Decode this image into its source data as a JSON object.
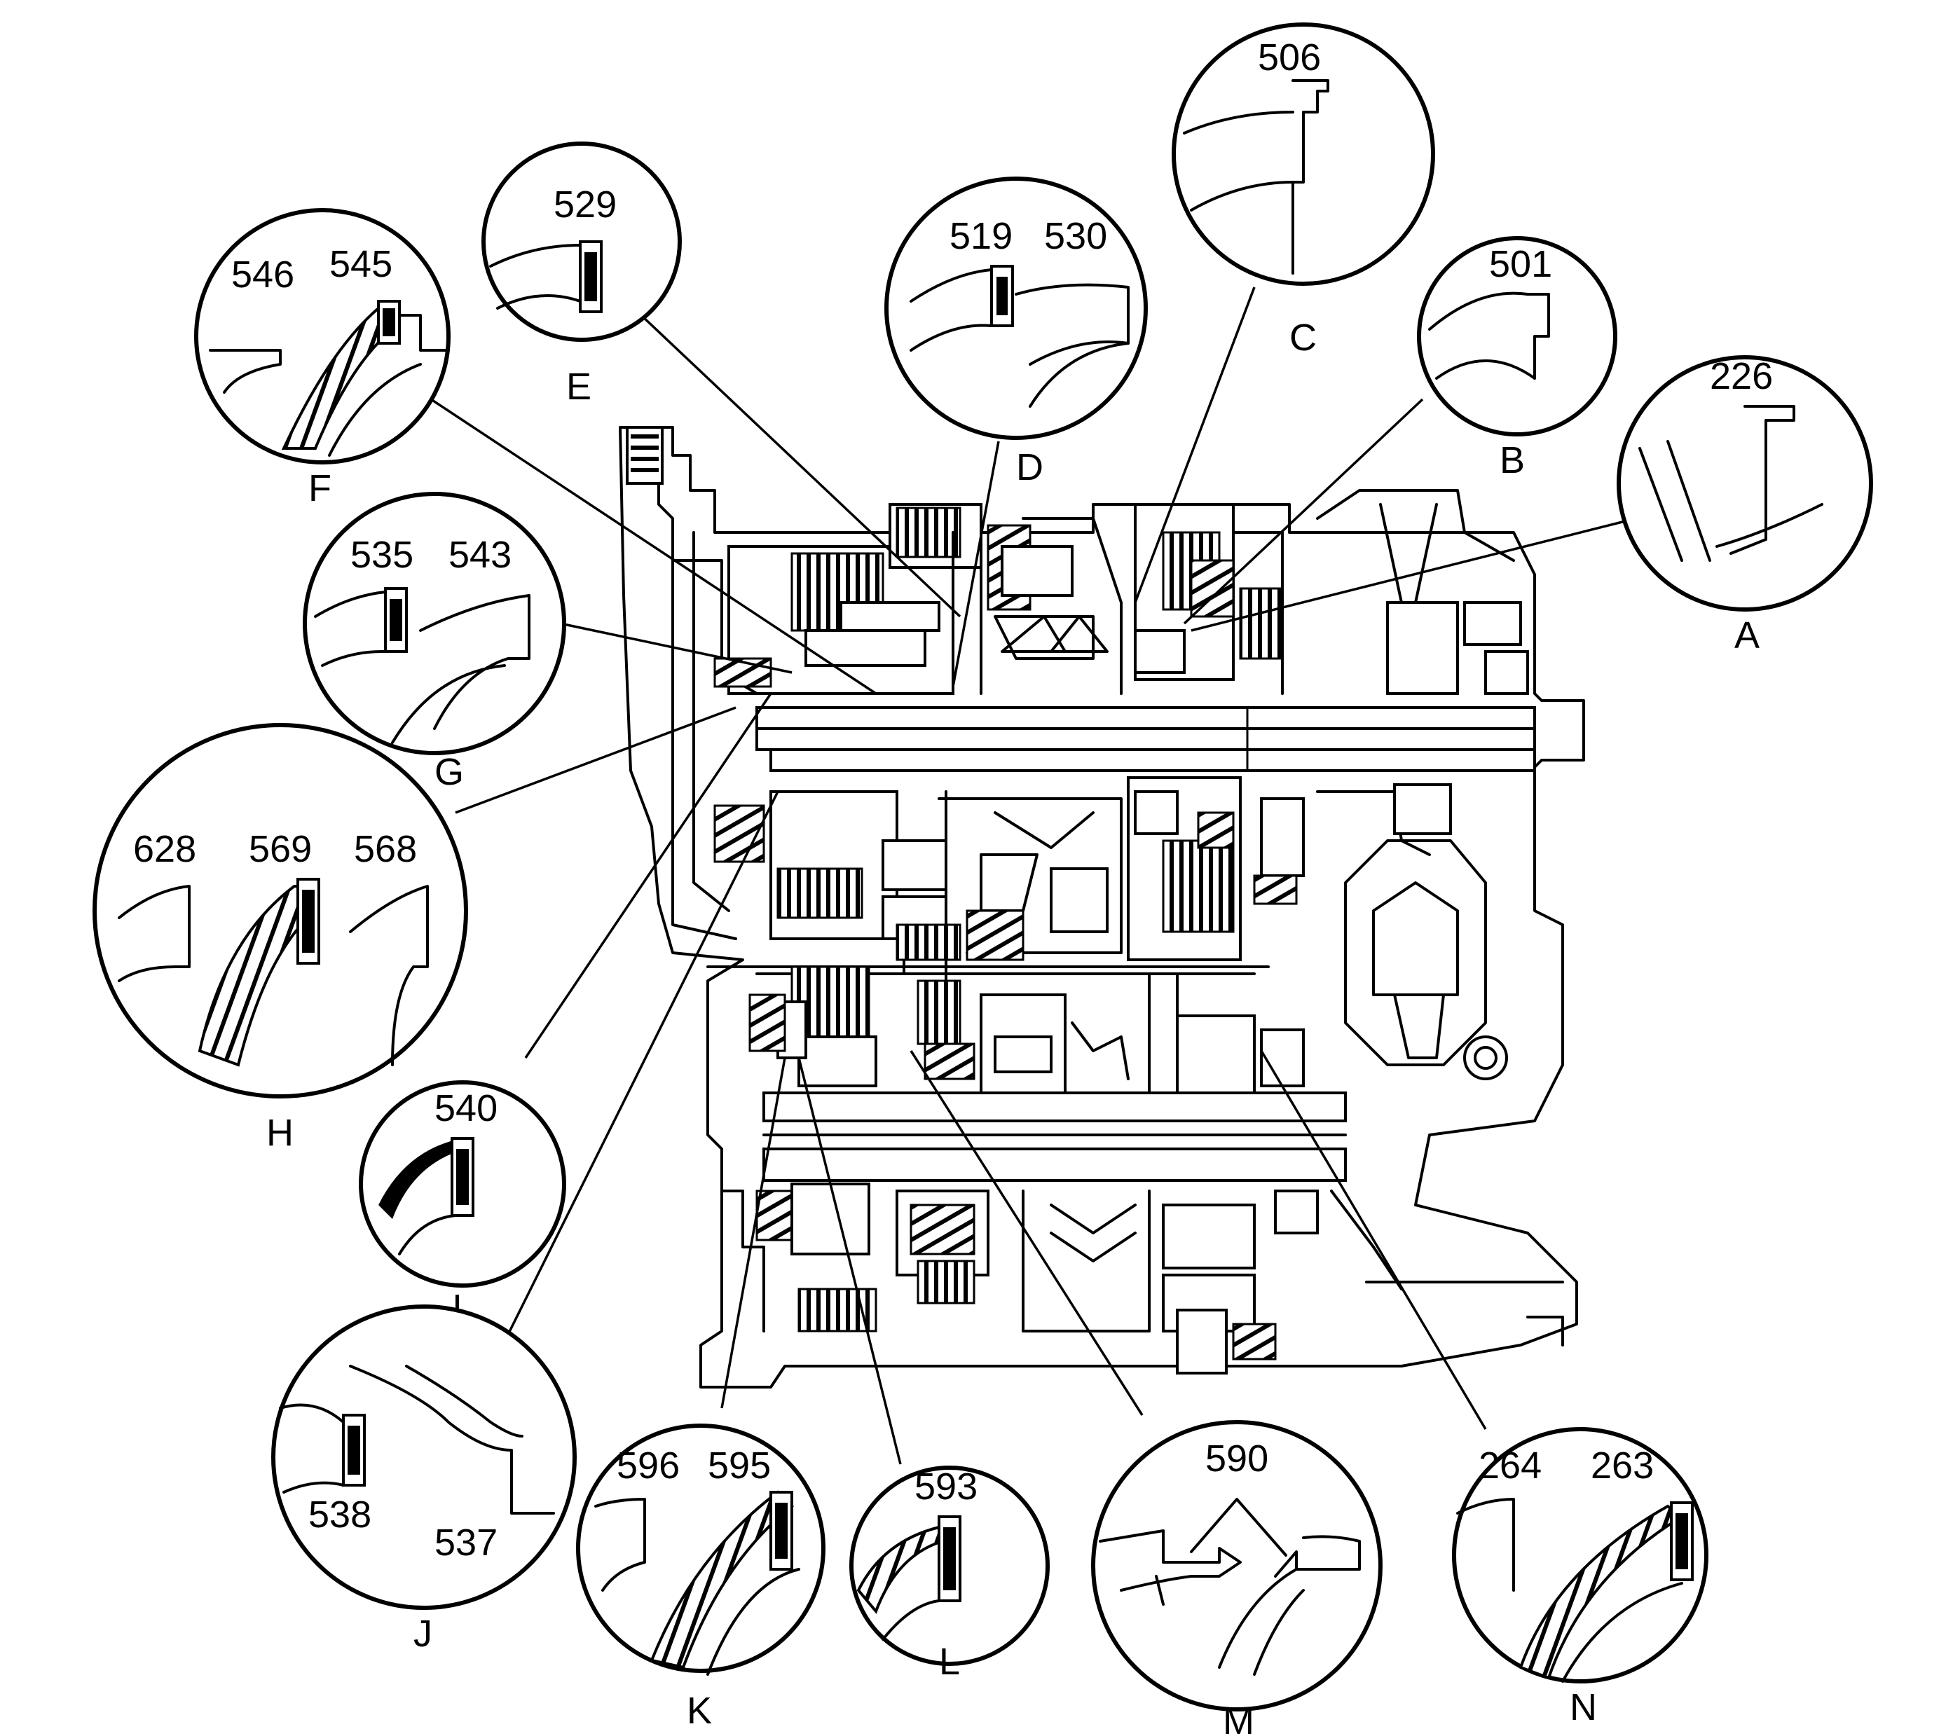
{
  "callouts": [
    {
      "letter": "A",
      "numbers": [
        "226"
      ]
    },
    {
      "letter": "B",
      "numbers": [
        "501"
      ]
    },
    {
      "letter": "C",
      "numbers": [
        "506"
      ]
    },
    {
      "letter": "D",
      "numbers": [
        "519",
        "530"
      ]
    },
    {
      "letter": "E",
      "numbers": [
        "529"
      ]
    },
    {
      "letter": "F",
      "numbers": [
        "546",
        "545"
      ]
    },
    {
      "letter": "G",
      "numbers": [
        "535",
        "543"
      ]
    },
    {
      "letter": "H",
      "numbers": [
        "628",
        "569",
        "568"
      ]
    },
    {
      "letter": "I",
      "numbers": [
        "540"
      ]
    },
    {
      "letter": "J",
      "numbers": [
        "538",
        "537"
      ]
    },
    {
      "letter": "K",
      "numbers": [
        "596",
        "595"
      ]
    },
    {
      "letter": "L",
      "numbers": [
        "593"
      ]
    },
    {
      "letter": "M",
      "numbers": [
        "590"
      ]
    },
    {
      "letter": "N",
      "numbers": [
        "264",
        "263"
      ]
    }
  ]
}
